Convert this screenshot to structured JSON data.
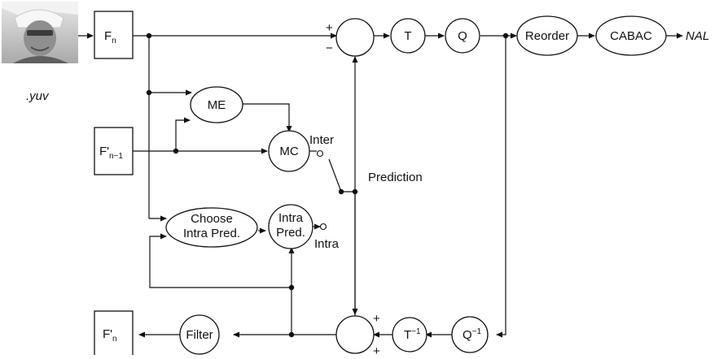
{
  "input": {
    "video_label": ".yuv"
  },
  "blocks": {
    "fn": {
      "main": "F",
      "sub": "n"
    },
    "fprev": {
      "main": "F'",
      "sub": "n−1"
    },
    "frecon": {
      "main": "F'",
      "sub": "n"
    },
    "me": "ME",
    "mc": "MC",
    "choose_intra": [
      "Choose",
      "Intra Pred."
    ],
    "intra_pred": [
      "Intra",
      "Pred."
    ],
    "transform": "T",
    "quant": "Q",
    "reorder": "Reorder",
    "cabac": "CABAC",
    "inv_transform": {
      "main": "T",
      "sup": "−1"
    },
    "inv_quant": {
      "main": "Q",
      "sup": "−1"
    },
    "filter": "Filter"
  },
  "labels": {
    "output": "NAL",
    "inter": "Inter",
    "intra": "Intra",
    "prediction": "Prediction",
    "sub_plus": "+",
    "sub_minus": "−",
    "add_plus_top": "+",
    "add_plus_bottom": "+"
  },
  "colors": {
    "line": "#111111",
    "fill": "#ffffff"
  }
}
